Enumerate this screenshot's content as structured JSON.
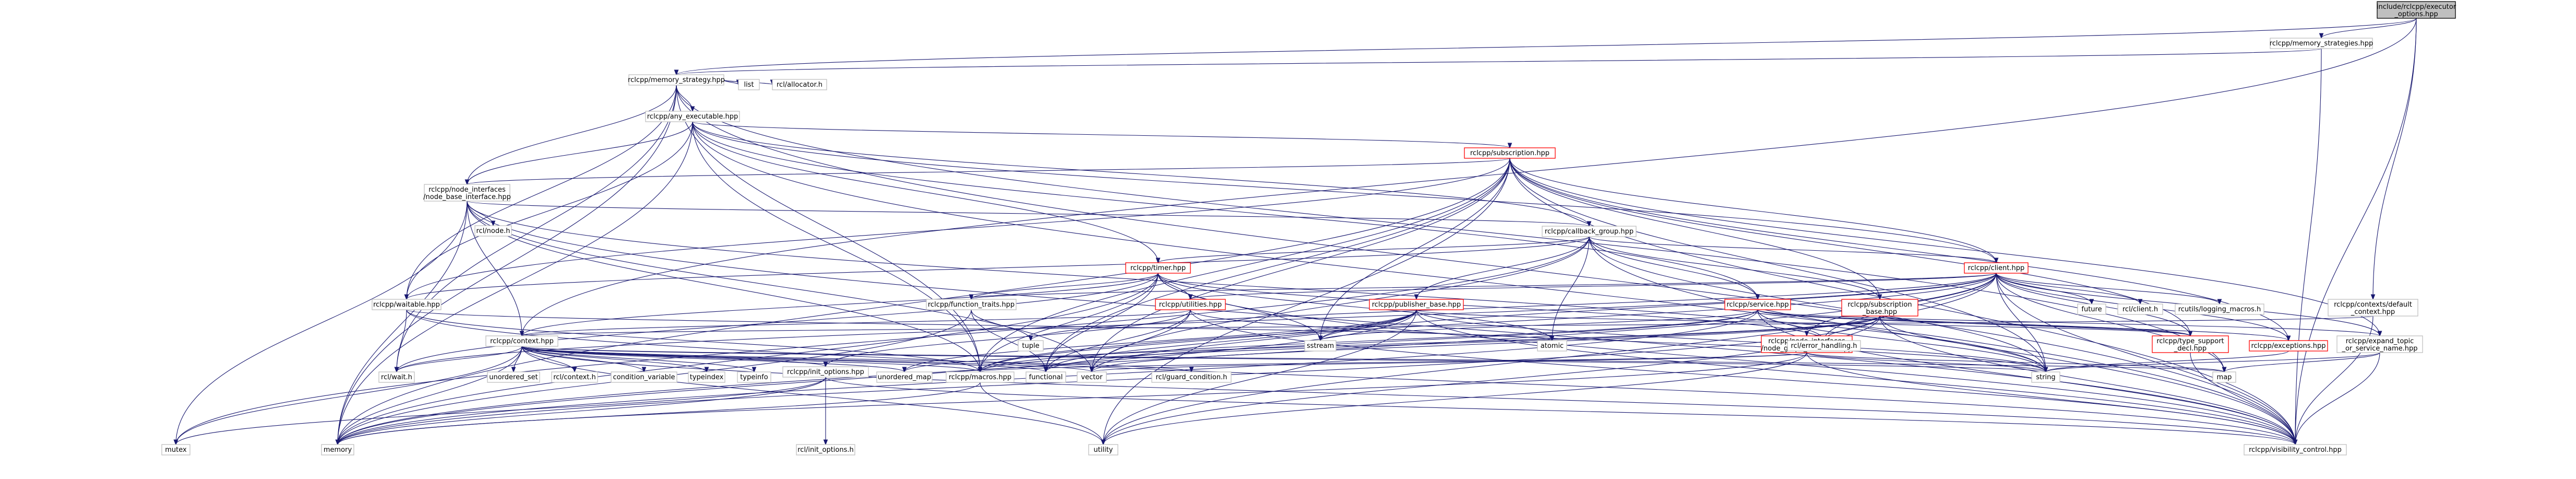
{
  "colors": {
    "root_fill": "#bfbfbf",
    "node_fill": "#ffffff",
    "node_border": "#000000",
    "trunc_border": "#ff0000",
    "node_text": "#000000",
    "edge": "#191970"
  },
  "nodes": [
    {
      "id": "root",
      "lines": [
        "include/rclcpp/executor",
        "_options.hpp"
      ],
      "kind": "root",
      "link": false
    },
    {
      "id": "memory_strategies",
      "lines": [
        "rclcpp/memory_strategies.hpp"
      ],
      "kind": "normal",
      "link": true
    },
    {
      "id": "memory_strategy",
      "lines": [
        "rclcpp/memory_strategy.hpp"
      ],
      "kind": "normal",
      "link": true
    },
    {
      "id": "contexts_default",
      "lines": [
        "rclcpp/contexts/default",
        "_context.hpp"
      ],
      "kind": "normal",
      "link": true
    },
    {
      "id": "list",
      "lines": [
        "list"
      ],
      "kind": "system",
      "link": false
    },
    {
      "id": "allocator",
      "lines": [
        "rcl/allocator.h"
      ],
      "kind": "system",
      "link": false
    },
    {
      "id": "any_executable",
      "lines": [
        "rclcpp/any_executable.hpp"
      ],
      "kind": "normal",
      "link": true
    },
    {
      "id": "subscription",
      "lines": [
        "rclcpp/subscription.hpp"
      ],
      "kind": "truncated",
      "link": true
    },
    {
      "id": "node_base_interface",
      "lines": [
        "rclcpp/node_interfaces",
        "/node_base_interface.hpp"
      ],
      "kind": "normal",
      "link": true
    },
    {
      "id": "rcl_node",
      "lines": [
        "rcl/node.h"
      ],
      "kind": "system",
      "link": false
    },
    {
      "id": "callback_group",
      "lines": [
        "rclcpp/callback_group.hpp"
      ],
      "kind": "normal",
      "link": true
    },
    {
      "id": "timer",
      "lines": [
        "rclcpp/timer.hpp"
      ],
      "kind": "truncated",
      "link": true
    },
    {
      "id": "client",
      "lines": [
        "rclcpp/client.hpp"
      ],
      "kind": "truncated",
      "link": true
    },
    {
      "id": "waitable",
      "lines": [
        "rclcpp/waitable.hpp"
      ],
      "kind": "normal",
      "link": true
    },
    {
      "id": "function_traits",
      "lines": [
        "rclcpp/function_traits.hpp"
      ],
      "kind": "normal",
      "link": true
    },
    {
      "id": "utilities",
      "lines": [
        "rclcpp/utilities.hpp"
      ],
      "kind": "truncated",
      "link": true
    },
    {
      "id": "publisher_base",
      "lines": [
        "rclcpp/publisher_base.hpp"
      ],
      "kind": "truncated",
      "link": true
    },
    {
      "id": "service",
      "lines": [
        "rclcpp/service.hpp"
      ],
      "kind": "truncated",
      "link": true
    },
    {
      "id": "subscription_base",
      "lines": [
        "rclcpp/subscription",
        "_base.hpp"
      ],
      "kind": "truncated",
      "link": true
    },
    {
      "id": "future",
      "lines": [
        "future"
      ],
      "kind": "system",
      "link": false
    },
    {
      "id": "rcl_client",
      "lines": [
        "rcl/client.h"
      ],
      "kind": "system",
      "link": false
    },
    {
      "id": "rcutils_logging",
      "lines": [
        "rcutils/logging_macros.h"
      ],
      "kind": "system",
      "link": false
    },
    {
      "id": "contexts_default_dup",
      "lines": [],
      "kind": "hidden",
      "link": false
    },
    {
      "id": "context",
      "lines": [
        "rclcpp/context.hpp"
      ],
      "kind": "normal",
      "link": true
    },
    {
      "id": "node_graph_interface",
      "lines": [
        "rclcpp/node_interfaces",
        "/node_graph_interface.hpp"
      ],
      "kind": "truncated",
      "link": true
    },
    {
      "id": "type_support_decl",
      "lines": [
        "rclcpp/type_support",
        "_decl.hpp"
      ],
      "kind": "truncated",
      "link": true
    },
    {
      "id": "exceptions",
      "lines": [
        "rclcpp/exceptions.hpp"
      ],
      "kind": "truncated",
      "link": true
    },
    {
      "id": "expand_topic",
      "lines": [
        "rclcpp/expand_topic",
        "_or_service_name.hpp"
      ],
      "kind": "normal",
      "link": true
    },
    {
      "id": "tuple",
      "lines": [
        "tuple"
      ],
      "kind": "system",
      "link": false
    },
    {
      "id": "sstream",
      "lines": [
        "sstream"
      ],
      "kind": "system",
      "link": false
    },
    {
      "id": "atomic",
      "lines": [
        "atomic"
      ],
      "kind": "system",
      "link": false
    },
    {
      "id": "rcl_error_handling",
      "lines": [
        "rcl/error_handling.h"
      ],
      "kind": "system",
      "link": false
    },
    {
      "id": "rcl_wait",
      "lines": [
        "rcl/wait.h"
      ],
      "kind": "system",
      "link": false
    },
    {
      "id": "unordered_set",
      "lines": [
        "unordered_set"
      ],
      "kind": "system",
      "link": false
    },
    {
      "id": "rcl_context",
      "lines": [
        "rcl/context.h"
      ],
      "kind": "system",
      "link": false
    },
    {
      "id": "condition_variable",
      "lines": [
        "condition_variable"
      ],
      "kind": "system",
      "link": false
    },
    {
      "id": "typeindex",
      "lines": [
        "typeindex"
      ],
      "kind": "system",
      "link": false
    },
    {
      "id": "typeinfo",
      "lines": [
        "typeinfo"
      ],
      "kind": "system",
      "link": false
    },
    {
      "id": "init_options",
      "lines": [
        "rclcpp/init_options.hpp"
      ],
      "kind": "normal",
      "link": true
    },
    {
      "id": "unordered_map",
      "lines": [
        "unordered_map"
      ],
      "kind": "system",
      "link": false
    },
    {
      "id": "macros",
      "lines": [
        "rclcpp/macros.hpp"
      ],
      "kind": "normal",
      "link": true
    },
    {
      "id": "functional",
      "lines": [
        "functional"
      ],
      "kind": "system",
      "link": false
    },
    {
      "id": "vector",
      "lines": [
        "vector"
      ],
      "kind": "system",
      "link": false
    },
    {
      "id": "guard_condition",
      "lines": [
        "rcl/guard_condition.h"
      ],
      "kind": "system",
      "link": false
    },
    {
      "id": "string",
      "lines": [
        "string"
      ],
      "kind": "system",
      "link": false
    },
    {
      "id": "map",
      "lines": [
        "map"
      ],
      "kind": "system",
      "link": false
    },
    {
      "id": "mutex",
      "lines": [
        "mutex"
      ],
      "kind": "system",
      "link": false
    },
    {
      "id": "memory",
      "lines": [
        "memory"
      ],
      "kind": "system",
      "link": false
    },
    {
      "id": "rcl_init_options",
      "lines": [
        "rcl/init_options.h"
      ],
      "kind": "system",
      "link": false
    },
    {
      "id": "utility",
      "lines": [
        "utility"
      ],
      "kind": "system",
      "link": false
    },
    {
      "id": "visibility_control",
      "lines": [
        "rclcpp/visibility_control.hpp"
      ],
      "kind": "normal",
      "link": true
    }
  ],
  "edges": [
    [
      "root",
      "memory_strategies"
    ],
    [
      "root",
      "memory_strategy"
    ],
    [
      "root",
      "contexts_default"
    ],
    [
      "root",
      "context"
    ],
    [
      "root",
      "visibility_control"
    ],
    [
      "memory_strategies",
      "memory_strategy"
    ],
    [
      "memory_strategies",
      "visibility_control"
    ],
    [
      "memory_strategy",
      "list"
    ],
    [
      "memory_strategy",
      "map"
    ],
    [
      "memory_strategy",
      "memory"
    ],
    [
      "memory_strategy",
      "allocator"
    ],
    [
      "memory_strategy",
      "any_executable"
    ],
    [
      "memory_strategy",
      "macros"
    ],
    [
      "memory_strategy",
      "node_base_interface"
    ],
    [
      "memory_strategy",
      "visibility_control"
    ],
    [
      "memory_strategy",
      "waitable"
    ],
    [
      "memory_strategy",
      "rcl_wait"
    ],
    [
      "contexts_default",
      "context"
    ],
    [
      "contexts_default",
      "visibility_control"
    ],
    [
      "any_executable",
      "memory"
    ],
    [
      "any_executable",
      "callback_group"
    ],
    [
      "any_executable",
      "client"
    ],
    [
      "any_executable",
      "macros"
    ],
    [
      "any_executable",
      "node_base_interface"
    ],
    [
      "any_executable",
      "service"
    ],
    [
      "any_executable",
      "subscription"
    ],
    [
      "any_executable",
      "timer"
    ],
    [
      "any_executable",
      "visibility_control"
    ],
    [
      "any_executable",
      "waitable"
    ],
    [
      "subscription",
      "node_base_interface"
    ],
    [
      "subscription",
      "subscription_base"
    ],
    [
      "subscription",
      "type_support_decl"
    ],
    [
      "subscription",
      "exceptions"
    ],
    [
      "subscription",
      "expand_topic"
    ],
    [
      "subscription",
      "macros"
    ],
    [
      "subscription",
      "visibility_control"
    ],
    [
      "subscription",
      "waitable"
    ],
    [
      "subscription",
      "functional"
    ],
    [
      "subscription",
      "memory"
    ],
    [
      "subscription",
      "sstream"
    ],
    [
      "subscription",
      "string"
    ],
    [
      "subscription",
      "utility"
    ],
    [
      "subscription",
      "vector"
    ],
    [
      "subscription",
      "client"
    ],
    [
      "node_base_interface",
      "memory"
    ],
    [
      "node_base_interface",
      "mutex"
    ],
    [
      "node_base_interface",
      "string"
    ],
    [
      "node_base_interface",
      "vector"
    ],
    [
      "node_base_interface",
      "rcl_node"
    ],
    [
      "node_base_interface",
      "callback_group"
    ],
    [
      "node_base_interface",
      "context"
    ],
    [
      "node_base_interface",
      "macros"
    ],
    [
      "node_base_interface",
      "visibility_control"
    ],
    [
      "callback_group",
      "atomic"
    ],
    [
      "callback_group",
      "mutex"
    ],
    [
      "callback_group",
      "string"
    ],
    [
      "callback_group",
      "vector"
    ],
    [
      "callback_group",
      "client"
    ],
    [
      "callback_group",
      "publisher_base"
    ],
    [
      "callback_group",
      "service"
    ],
    [
      "callback_group",
      "subscription_base"
    ],
    [
      "callback_group",
      "timer"
    ],
    [
      "callback_group",
      "visibility_control"
    ],
    [
      "callback_group",
      "waitable"
    ],
    [
      "timer",
      "atomic"
    ],
    [
      "timer",
      "functional"
    ],
    [
      "timer",
      "sstream"
    ],
    [
      "timer",
      "memory"
    ],
    [
      "timer",
      "thread"
    ],
    [
      "timer",
      "function_traits"
    ],
    [
      "timer",
      "macros"
    ],
    [
      "timer",
      "context"
    ],
    [
      "timer",
      "rcl_error_handling"
    ],
    [
      "timer",
      "utilities"
    ],
    [
      "timer",
      "visibility_control"
    ],
    [
      "timer",
      "rcl_wait"
    ],
    [
      "client",
      "future"
    ],
    [
      "client",
      "map"
    ],
    [
      "client",
      "memory"
    ],
    [
      "client",
      "sstream"
    ],
    [
      "client",
      "string"
    ],
    [
      "client",
      "tuple"
    ],
    [
      "client",
      "utility"
    ],
    [
      "client",
      "rcl_client"
    ],
    [
      "client",
      "rcl_error_handling"
    ],
    [
      "client",
      "rcl_wait"
    ],
    [
      "client",
      "exceptions"
    ],
    [
      "client",
      "function_traits"
    ],
    [
      "client",
      "macros"
    ],
    [
      "client",
      "node_graph_interface"
    ],
    [
      "client",
      "type_support_decl"
    ],
    [
      "client",
      "utilities"
    ],
    [
      "client",
      "expand_topic"
    ],
    [
      "client",
      "visibility_control"
    ],
    [
      "client",
      "rcutils_logging"
    ],
    [
      "waitable",
      "atomic"
    ],
    [
      "waitable",
      "macros"
    ],
    [
      "waitable",
      "visibility_control"
    ],
    [
      "waitable",
      "rcl_wait"
    ],
    [
      "function_traits",
      "functional"
    ],
    [
      "function_traits",
      "memory"
    ],
    [
      "function_traits",
      "tuple"
    ],
    [
      "utilities",
      "functional"
    ],
    [
      "utilities",
      "string"
    ],
    [
      "utilities",
      "vector"
    ],
    [
      "utilities",
      "context"
    ],
    [
      "utilities",
      "init_options"
    ],
    [
      "utilities",
      "visibility_control"
    ],
    [
      "publisher_base",
      "functional"
    ],
    [
      "publisher_base",
      "memory"
    ],
    [
      "publisher_base",
      "sstream"
    ],
    [
      "publisher_base",
      "string"
    ],
    [
      "publisher_base",
      "vector"
    ],
    [
      "publisher_base",
      "unordered_map"
    ],
    [
      "publisher_base",
      "utility"
    ],
    [
      "publisher_base",
      "macros"
    ],
    [
      "publisher_base",
      "type_support_decl"
    ],
    [
      "publisher_base",
      "visibility_control"
    ],
    [
      "service",
      "functional"
    ],
    [
      "service",
      "iostream"
    ],
    [
      "service",
      "memory"
    ],
    [
      "service",
      "sstream"
    ],
    [
      "service",
      "string"
    ],
    [
      "service",
      "rcl_error_handling"
    ],
    [
      "service",
      "any_service"
    ],
    [
      "service",
      "exceptions"
    ],
    [
      "service",
      "macros"
    ],
    [
      "service",
      "type_support_decl"
    ],
    [
      "service",
      "expand_topic"
    ],
    [
      "service",
      "visibility_control"
    ],
    [
      "subscription_base",
      "memory"
    ],
    [
      "subscription_base",
      "string"
    ],
    [
      "subscription_base",
      "unordered_map"
    ],
    [
      "subscription_base",
      "vector"
    ],
    [
      "subscription_base",
      "utility"
    ],
    [
      "subscription_base",
      "rcl_error_handling"
    ],
    [
      "subscription_base",
      "macros"
    ],
    [
      "subscription_base",
      "type_support_decl"
    ],
    [
      "subscription_base",
      "visibility_control"
    ],
    [
      "context",
      "map"
    ],
    [
      "context",
      "memory"
    ],
    [
      "context",
      "mutex"
    ],
    [
      "context",
      "string"
    ],
    [
      "context",
      "typeindex"
    ],
    [
      "context",
      "typeinfo"
    ],
    [
      "context",
      "unordered_map"
    ],
    [
      "context",
      "unordered_set"
    ],
    [
      "context",
      "utility"
    ],
    [
      "context",
      "vector"
    ],
    [
      "context",
      "condition_variable"
    ],
    [
      "context",
      "functional"
    ],
    [
      "context",
      "rcl_context"
    ],
    [
      "context",
      "rcl_guard"
    ],
    [
      "context",
      "rcl_wait"
    ],
    [
      "context",
      "init_options"
    ],
    [
      "context",
      "macros"
    ],
    [
      "context",
      "visibility_control"
    ],
    [
      "context",
      "guard_condition"
    ],
    [
      "node_graph_interface",
      "map"
    ],
    [
      "node_graph_interface",
      "string"
    ],
    [
      "node_graph_interface",
      "utility"
    ],
    [
      "node_graph_interface",
      "vector"
    ],
    [
      "node_graph_interface",
      "rcl_guard"
    ],
    [
      "node_graph_interface",
      "macros"
    ],
    [
      "node_graph_interface",
      "visibility_control"
    ],
    [
      "node_graph_interface",
      "memory"
    ],
    [
      "type_support_decl",
      "visibility_control"
    ],
    [
      "expand_topic",
      "string"
    ],
    [
      "expand_topic",
      "map"
    ],
    [
      "expand_topic",
      "visibility_control"
    ],
    [
      "init_options",
      "memory"
    ],
    [
      "init_options",
      "mutex"
    ],
    [
      "init_options",
      "rcl_init_options"
    ],
    [
      "init_options",
      "visibility_control"
    ],
    [
      "macros",
      "memory"
    ],
    [
      "macros",
      "utility"
    ],
    [
      "exceptions",
      "string"
    ]
  ]
}
